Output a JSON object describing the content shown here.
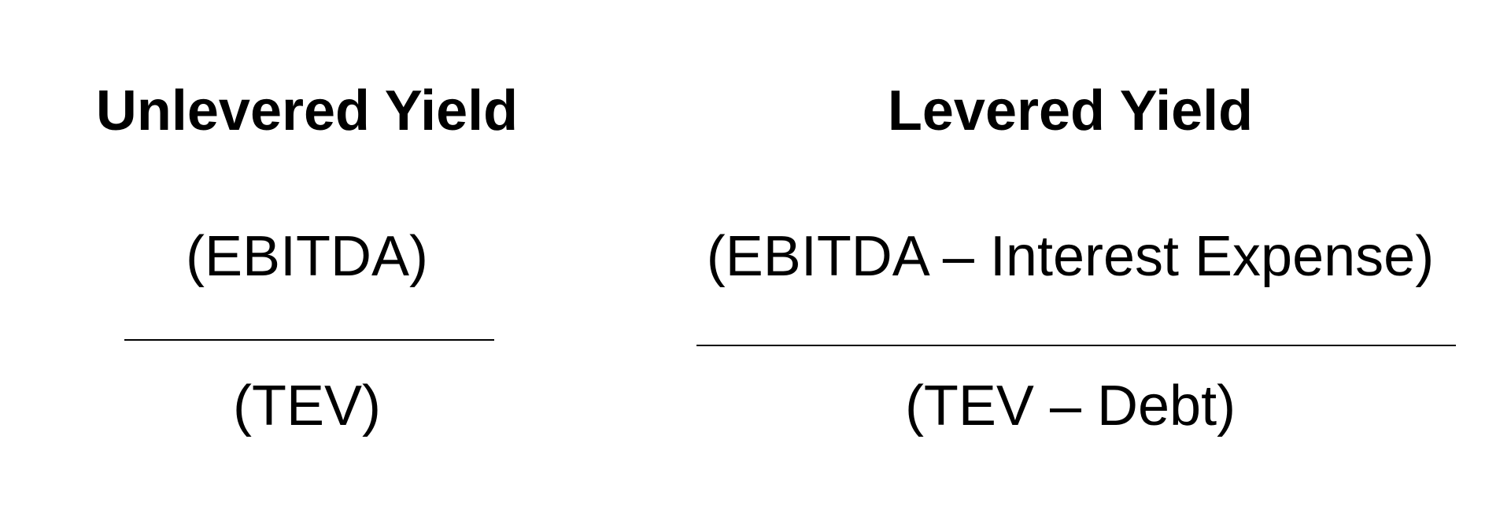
{
  "formulas": [
    {
      "title": "Unlevered Yield",
      "numerator": "(EBITDA)",
      "denominator": "(TEV)"
    },
    {
      "title": "Levered Yield",
      "numerator": "(EBITDA – Interest Expense)",
      "denominator": "(TEV – Debt)"
    }
  ]
}
